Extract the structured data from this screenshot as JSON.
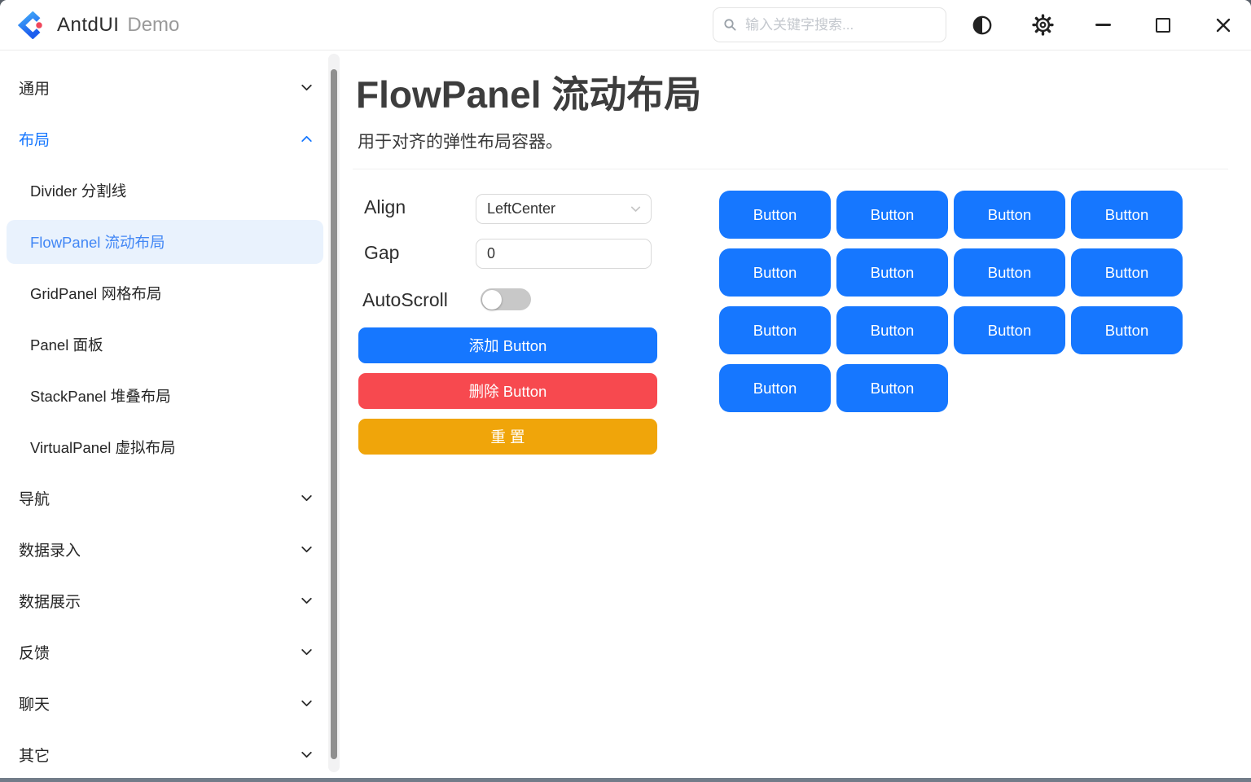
{
  "titlebar": {
    "brand": "AntdUI",
    "brand_suffix": "Demo",
    "search": {
      "placeholder": "输入关键字搜索..."
    }
  },
  "icons": {
    "logo": "blue-diamond-c-with-red-dot",
    "search": "magnifier",
    "theme_toggle": "half-filled-circle",
    "settings": "gear",
    "minimize": "dash",
    "maximize": "square-outline",
    "close": "x",
    "group_expand": "chevron-down",
    "group_collapse": "chevron-up",
    "select_arrow": "chevron-down"
  },
  "sidebar": {
    "items": [
      {
        "label": "通用",
        "kind": "group",
        "state": "collapsed"
      },
      {
        "label": "布局",
        "kind": "group",
        "state": "expanded-active"
      },
      {
        "label": "Divider 分割线",
        "kind": "sub"
      },
      {
        "label": "FlowPanel 流动布局",
        "kind": "sub",
        "state": "selected"
      },
      {
        "label": "GridPanel 网格布局",
        "kind": "sub"
      },
      {
        "label": "Panel 面板",
        "kind": "sub"
      },
      {
        "label": "StackPanel 堆叠布局",
        "kind": "sub"
      },
      {
        "label": "VirtualPanel 虚拟布局",
        "kind": "sub"
      },
      {
        "label": "导航",
        "kind": "group",
        "state": "collapsed"
      },
      {
        "label": "数据录入",
        "kind": "group",
        "state": "collapsed"
      },
      {
        "label": "数据展示",
        "kind": "group",
        "state": "collapsed"
      },
      {
        "label": "反馈",
        "kind": "group",
        "state": "collapsed"
      },
      {
        "label": "聊天",
        "kind": "group",
        "state": "collapsed"
      },
      {
        "label": "其它",
        "kind": "group",
        "state": "collapsed"
      }
    ]
  },
  "page": {
    "title": "FlowPanel 流动布局",
    "subtitle": "用于对齐的弹性布局容器。",
    "controls": {
      "align_label": "Align",
      "align_value": "LeftCenter",
      "gap_label": "Gap",
      "gap_value": "0",
      "autoscroll_label": "AutoScroll",
      "autoscroll_state": "off"
    },
    "actions": {
      "add": "添加 Button",
      "remove": "删除 Button",
      "reset": "重 置"
    },
    "flow_buttons": [
      "Button",
      "Button",
      "Button",
      "Button",
      "Button",
      "Button",
      "Button",
      "Button",
      "Button",
      "Button",
      "Button",
      "Button",
      "Button",
      "Button"
    ]
  },
  "colors": {
    "primary": "#1677FF",
    "danger": "#F7494F",
    "warning": "#F0A50A",
    "sidebar_selected_bg": "#E9F2FD",
    "sidebar_selected_text": "#4287F5",
    "group_active_text": "#1677FF"
  }
}
